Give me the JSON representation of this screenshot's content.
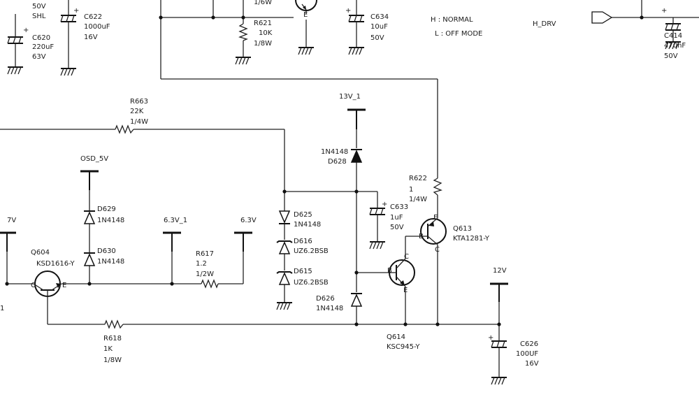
{
  "labels": {
    "top_50v": "50V",
    "top_shl": "SHL",
    "c620": "C620",
    "c620_val": "220uF",
    "c620_v": "63V",
    "c622": "C622",
    "c622_val": "1000uF",
    "c622_v": "16V",
    "r621_top": "1/6W",
    "r621": "R621",
    "r621_val": "10K",
    "r621_w": "1/8W",
    "q_e": "E",
    "c634": "C634",
    "c634_val": "10uF",
    "c634_v": "50V",
    "mode_h": "H : NORMAL",
    "mode_l": "L : OFF MODE",
    "h_drv": "H_DRV",
    "c414": "C414",
    "c414_val": "470nF",
    "c414_v": "50V",
    "r663": "R663",
    "r663_val": "22K",
    "r663_w": "1/4W",
    "v13": "13V_1",
    "d628_type": "1N4148",
    "d628": "D628",
    "osd": "OSD_5V",
    "d629": "D629",
    "d629_type": "1N4148",
    "r622": "R622",
    "r622_val": "1",
    "r622_w": "1/4W",
    "d625": "D625",
    "d625_type": "1N4148",
    "c633": "C633",
    "c633_val": "1uF",
    "c633_v": "50V",
    "q613": "Q613",
    "q613_type": "KTA1281-Y",
    "v7": "7V",
    "v63_1": "6.3V_1",
    "v63": "6.3V",
    "d616": "D616",
    "d616_type": "UZ6.2BSB",
    "q604": "Q604",
    "q604_type": "KSD1616-Y",
    "d630": "D630",
    "d630_type": "1N4148",
    "r617": "R617",
    "r617_val": "1.2",
    "r617_w": "1/2W",
    "d615": "D615",
    "d615_type": "UZ6.2BSB",
    "v12": "12V",
    "pin_c": "C",
    "pin_b": "B",
    "pin_e": "E",
    "d626": "D626",
    "d626_type": "1N4148",
    "r618": "R618",
    "r618_val": "1K",
    "r618_w": "1/8W",
    "q614": "Q614",
    "q614_type": "KSC945-Y",
    "c626": "C626",
    "c626_val": "100UF",
    "c626_v": "16V",
    "left_1": "1",
    "plus": "+"
  }
}
